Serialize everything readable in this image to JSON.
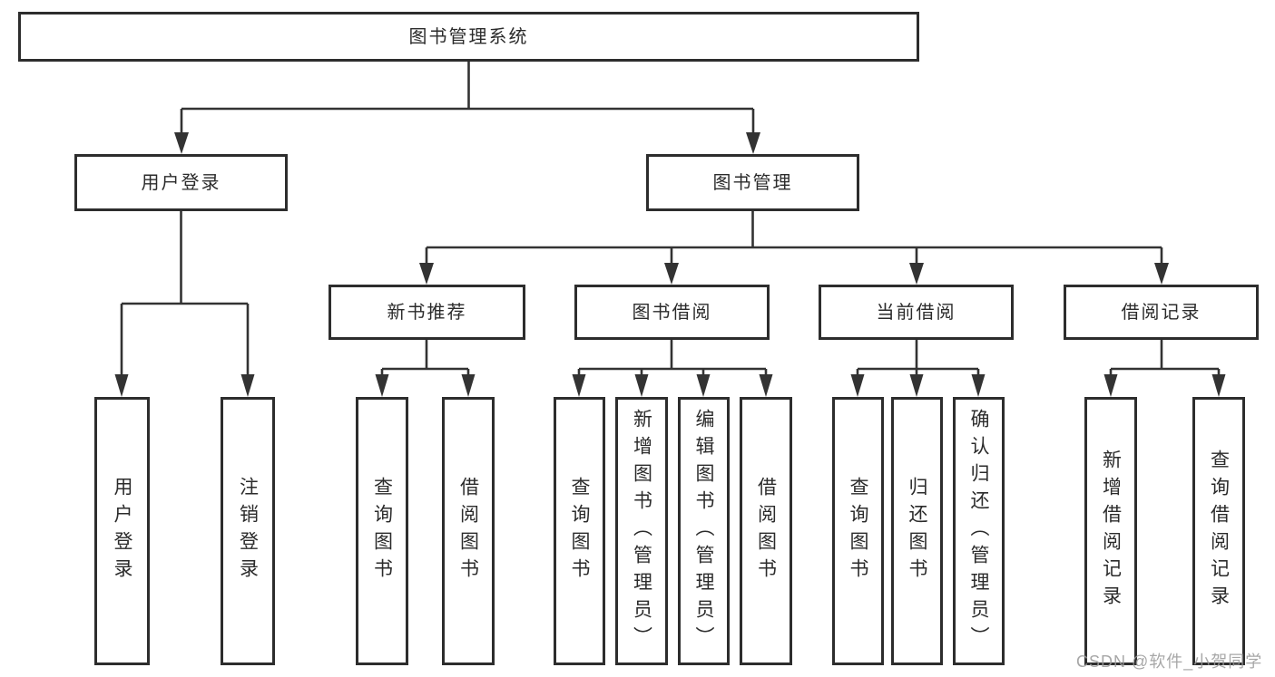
{
  "diagram_title": "图书管理系统",
  "nodes": {
    "root": {
      "label": "图书管理系统"
    },
    "user_login": {
      "label": "用户登录"
    },
    "book_mgmt": {
      "label": "图书管理"
    },
    "new_book_rec": {
      "label": "新书推荐"
    },
    "book_borrow": {
      "label": "图书借阅"
    },
    "current_borrow": {
      "label": "当前借阅"
    },
    "borrow_records": {
      "label": "借阅记录"
    },
    "leaf_user_login": {
      "label": "用户登录"
    },
    "leaf_logout": {
      "label": "注销登录"
    },
    "leaf_query_book_new": {
      "label": "查询图书"
    },
    "leaf_borrow_book_new": {
      "label": "借阅图书"
    },
    "leaf_query_book_borrow": {
      "label": "查询图书"
    },
    "leaf_add_book_admin": {
      "label": "新增图书（管理员）"
    },
    "leaf_edit_book_admin": {
      "label": "编辑图书（管理员）"
    },
    "leaf_borrow_book_borrow": {
      "label": "借阅图书"
    },
    "leaf_query_book_current": {
      "label": "查询图书"
    },
    "leaf_return_book": {
      "label": "归还图书"
    },
    "leaf_confirm_return_admin": {
      "label": "确认归还（管理员）"
    },
    "leaf_add_borrow_record": {
      "label": "新增借阅记录"
    },
    "leaf_query_borrow_record": {
      "label": "查询借阅记录"
    }
  },
  "watermark": {
    "text": "CSDN @软件_小贺同学"
  },
  "colors": {
    "line": "#333333",
    "border": "#2d2d2d",
    "text": "#2b2b2b",
    "watermark": "#9b9b9b",
    "background": "#ffffff"
  }
}
